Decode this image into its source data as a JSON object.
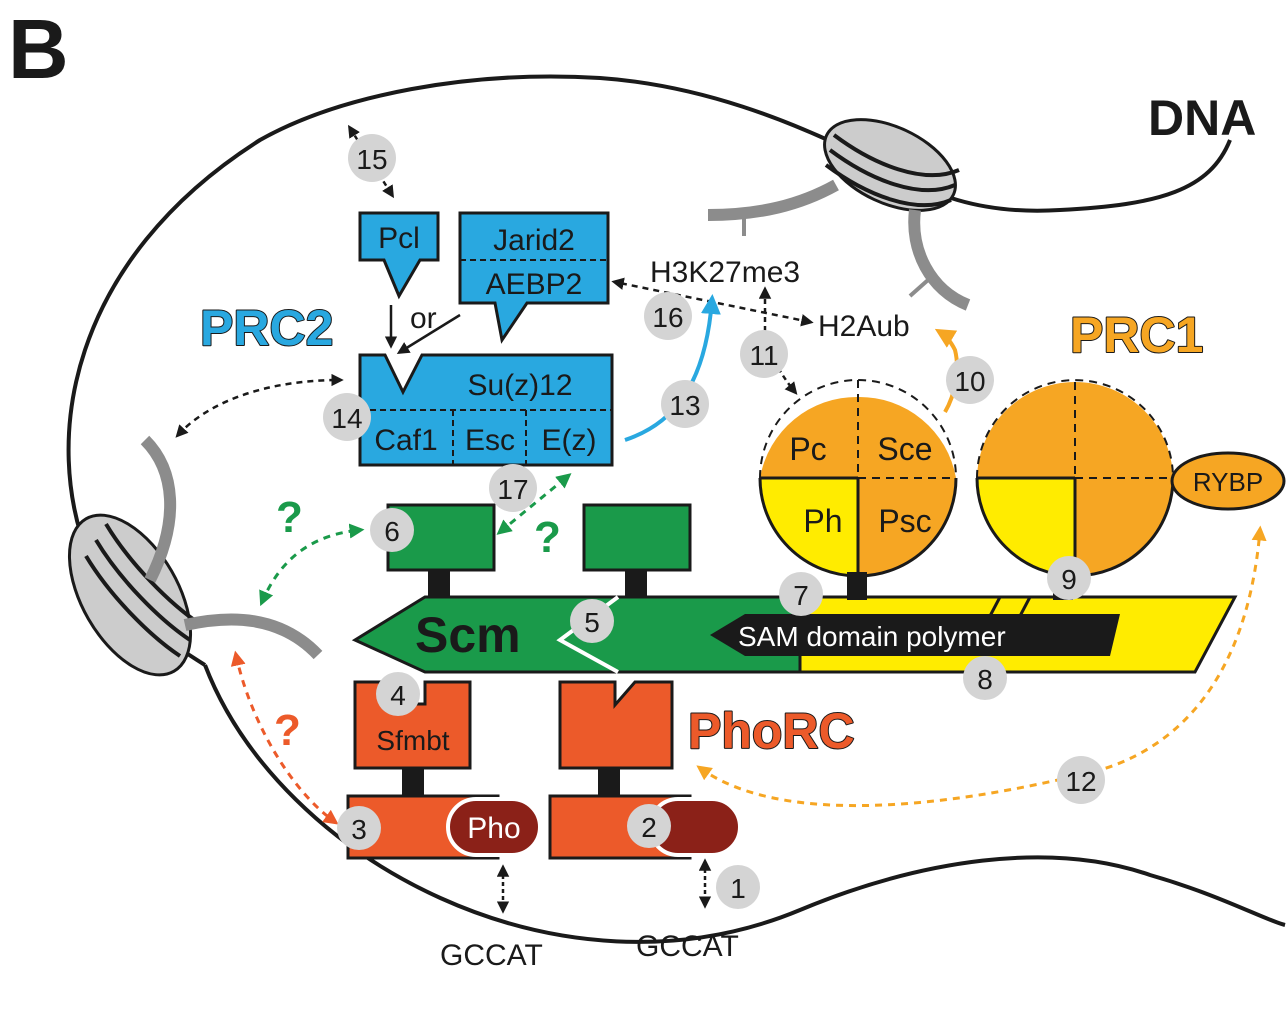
{
  "panel_letter": "B",
  "labels": {
    "dna": "DNA",
    "prc2": "PRC2",
    "prc1": "PRC1",
    "phorc": "PhoRC",
    "or": "or",
    "h3k27me3": "H3K27me3",
    "h2aub": "H2Aub",
    "gccat_left": "GCCAT",
    "gccat_right": "GCCAT",
    "sam_polymer": "SAM domain polymer",
    "scm": "Scm"
  },
  "proteins": {
    "pcl": "Pcl",
    "jarid2": "Jarid2",
    "aebp2": "AEBP2",
    "suz12": "Su(z)12",
    "caf1": "Caf1",
    "esc": "Esc",
    "ez": "E(z)",
    "pc": "Pc",
    "sce": "Sce",
    "ph": "Ph",
    "psc": "Psc",
    "rybp": "RYBP",
    "sfmbt": "Sfmbt",
    "pho": "Pho"
  },
  "markers": [
    "1",
    "2",
    "3",
    "4",
    "5",
    "6",
    "7",
    "8",
    "9",
    "10",
    "11",
    "12",
    "13",
    "14",
    "15",
    "16",
    "17"
  ],
  "question_mark": "?",
  "colors": {
    "prc2_blue": "#29a8e0",
    "prc1_orange": "#f6a623",
    "prc1_yellow": "#ffec00",
    "scm_green": "#1a9a4a",
    "phorc_red": "#ec5a2a",
    "pho_darkred": "#8b2118",
    "marker_gray": "#d4d4d4",
    "nucleosome_gray": "#cccccc",
    "tail_gray": "#8c8c8c"
  }
}
